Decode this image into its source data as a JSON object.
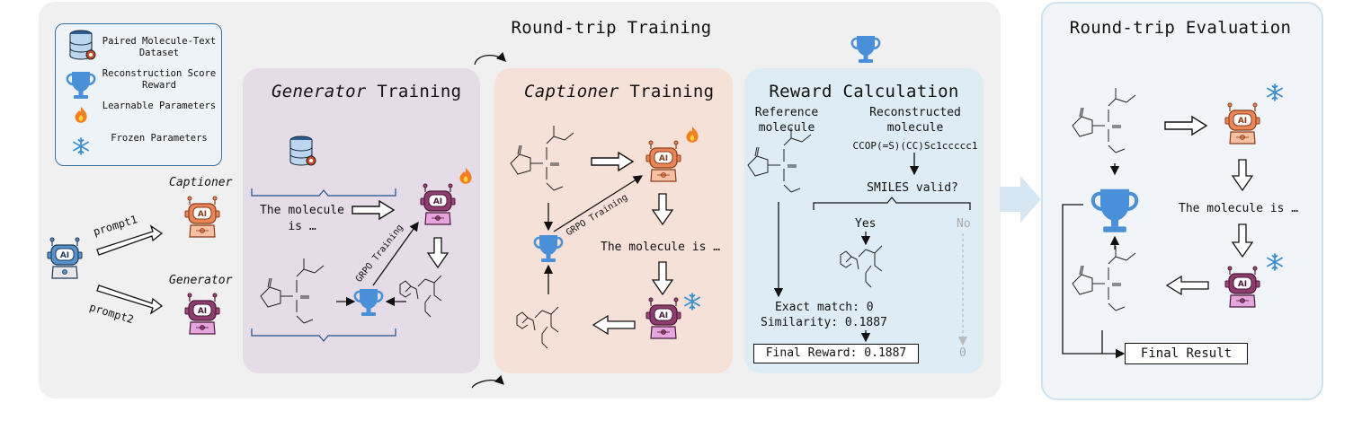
{
  "training": {
    "title": "Round-trip Training",
    "legend": [
      {
        "icon": "database-icon",
        "label": "Paired Molecule-Text Dataset"
      },
      {
        "icon": "trophy-icon",
        "label": "Reconstruction Score Reward"
      },
      {
        "icon": "fire-icon",
        "label": "Learnable Parameters"
      },
      {
        "icon": "snowflake-icon",
        "label": "Frozen Parameters"
      }
    ],
    "left": {
      "captioner_label": "Captioner",
      "generator_label": "Generator",
      "prompt1": "prompt1",
      "prompt2": "prompt2"
    },
    "generator": {
      "title_italic": "Generator",
      "title_rest": " Training",
      "text": "The molecule is …",
      "grpo": "GRPO Training"
    },
    "captioner": {
      "title_italic": "Captioner",
      "title_rest": " Training",
      "text": "The molecule is …",
      "grpo": "GRPO Training"
    },
    "reward": {
      "title": "Reward Calculation",
      "reference": "Reference molecule",
      "reconstructed": "Reconstructed molecule",
      "smiles_string": "CCOP(=S)(CC)Sc1ccccc1",
      "smiles_valid": "SMILES valid?",
      "yes": "Yes",
      "no": "No",
      "exact_match": "Exact match: 0",
      "similarity": "Similarity: 0.1887",
      "final_reward": "Final Reward: 0.1887",
      "zero": "0"
    }
  },
  "evaluation": {
    "title": "Round-trip Evaluation",
    "text": "The molecule is …",
    "final_result": "Final Result"
  },
  "colors": {
    "training_bg": "#f0f0f0",
    "generator_bg": "#e6dce7",
    "captioner_bg": "#f6e1d8",
    "reward_bg": "#deedf5",
    "eval_bg": "#f1f5f9",
    "eval_border": "#cfe0ef",
    "trophy": "#4a90d9",
    "robot_orange": "#e8865a",
    "robot_purple": "#a0487a",
    "phosphorus": "#f0a030",
    "sulfur": "#c8a800",
    "nitrogen": "#2050d0",
    "oxygen": "#e02020"
  }
}
